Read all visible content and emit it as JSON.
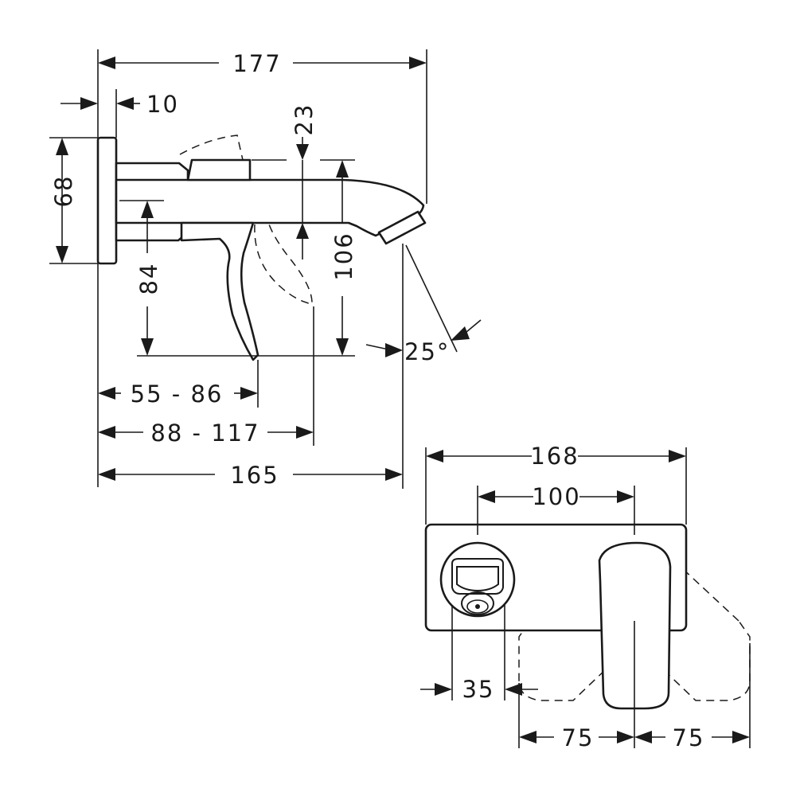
{
  "side_view": {
    "total_depth": "177",
    "plate_thickness": "10",
    "plate_height": "68",
    "spout_to_centre": "23",
    "centre_height": "84",
    "outlet_height": "106",
    "spray_angle": "25°",
    "lever_reach": "55 - 86",
    "lever_swing_reach": "88 - 117",
    "outlet_reach": "165"
  },
  "front_view": {
    "plate_width": "168",
    "axis_distance": "100",
    "outlet_offset": "35",
    "swing_left": "75",
    "swing_right": "75"
  }
}
